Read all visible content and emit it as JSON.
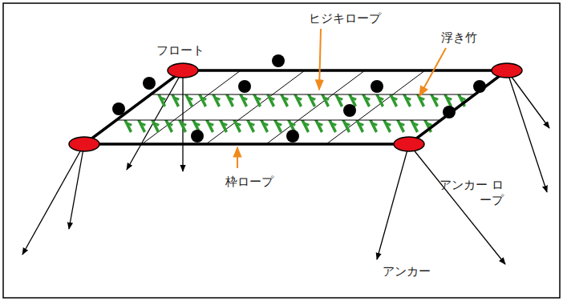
{
  "diagram": {
    "labels": [
      "ヒジキロープ",
      "浮き竹",
      "フロート",
      "枠ロープ",
      "アンカー ロープ",
      "アンカー"
    ]
  }
}
